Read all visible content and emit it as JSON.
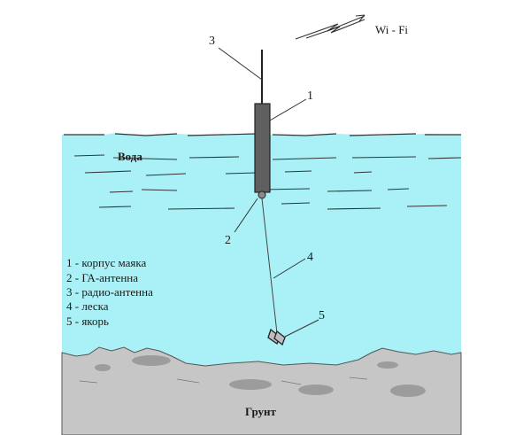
{
  "labels": {
    "wifi": "Wi - Fi",
    "water": "Вода",
    "ground": "Грунт",
    "callouts": [
      "1",
      "2",
      "3",
      "4",
      "5"
    ]
  },
  "legend": [
    "1 - корпус маяка",
    "2 - ГА-антенна",
    "3 - радио-антенна",
    "4 - леска",
    "5 - якорь"
  ],
  "colors": {
    "water": "#a9f1f6",
    "ground": "#c6c6c6",
    "ground_dark": "#9c9c9c",
    "body": "#5f5f5f",
    "line": "#333333"
  }
}
